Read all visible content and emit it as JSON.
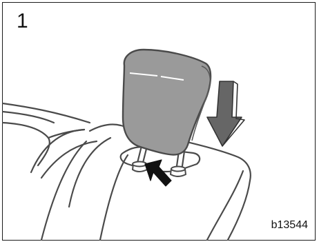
{
  "figure": {
    "step_number": "1",
    "figure_code": "b13544"
  },
  "colors": {
    "outline": "#4a4a4a",
    "headrest_fill": "#9a9a9a",
    "arrow_fill": "#666666",
    "background": "#ffffff"
  },
  "icons": [
    "headrest",
    "seat-back",
    "down-arrow",
    "push-arrow",
    "lock-button"
  ]
}
